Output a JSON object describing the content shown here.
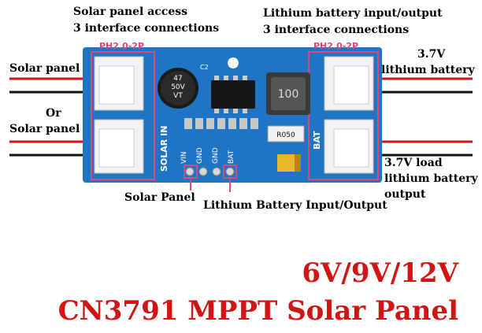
{
  "labels": {
    "top_left_1": "Solar panel access",
    "top_left_2": "3 interface connections",
    "top_right_1": "Lithium battery input/output",
    "top_right_2": "3 interface connections",
    "ph_left": "PH2.0-2P",
    "ph_right": "PH2.0-2P",
    "left_solar_1": "Solar panel",
    "left_or": "Or",
    "left_solar_2": "Solar panel",
    "right_37v": "3.7V",
    "right_lithium": "lithium battery",
    "right_load_1": "3.7V load",
    "right_load_2": "lithium battery",
    "right_load_3": "output",
    "bottom_solar": "Solar Panel",
    "bottom_lithium": "Lithium Battery Input/Output"
  },
  "board_text": {
    "solar_in": "SOLAR IN",
    "bat": "BAT",
    "vin": "VIN",
    "gnd1": "GND",
    "gnd2": "GND",
    "bat_pin": "BAT",
    "cap_1": "47",
    "cap_2": "50V",
    "cap_3": "VT",
    "inductor": "100",
    "resistor": "R050",
    "c2": "C2"
  },
  "title": {
    "line1": "6V/9V/12V",
    "line2": "CN3791 MPPT Solar Panel"
  },
  "colors": {
    "pcb": "#1f74c4",
    "accent": "#d21414",
    "frame": "#e0457b"
  }
}
